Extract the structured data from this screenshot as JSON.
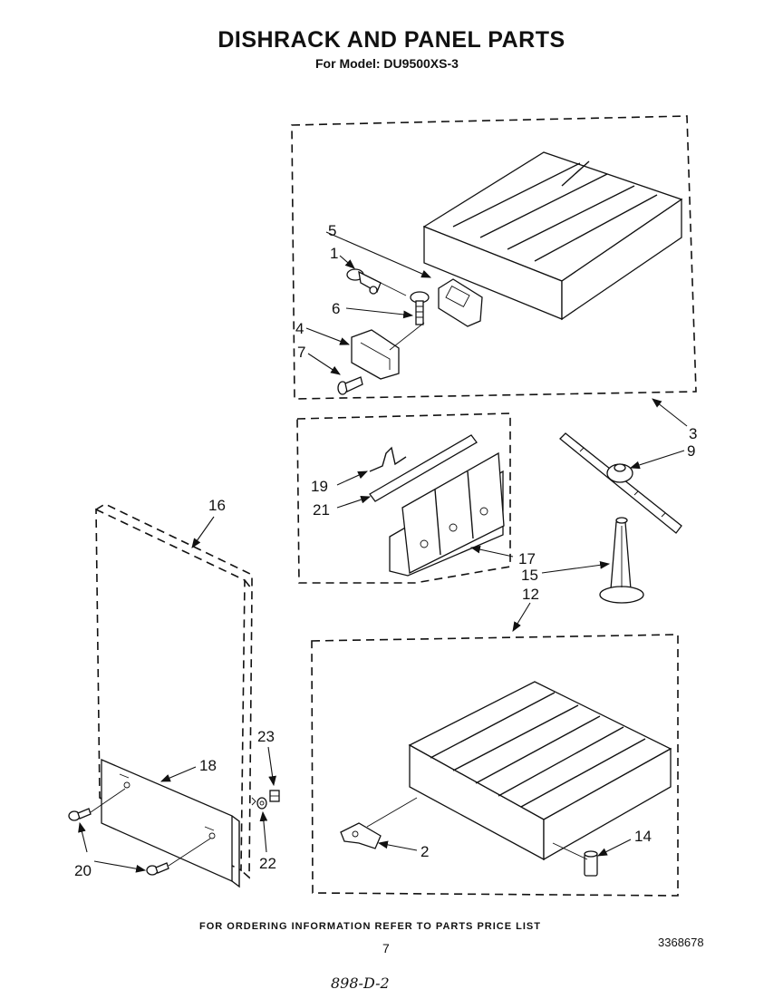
{
  "header": {
    "title": "DISHRACK AND PANEL PARTS",
    "subtitle": "For Model: DU9500XS-3"
  },
  "footer": {
    "ordering_note": "FOR ORDERING INFORMATION REFER TO PARTS PRICE LIST",
    "page_number": "7",
    "document_number": "3368678",
    "handwritten_note": "898-D-2"
  },
  "callouts": {
    "c1": "1",
    "c2": "2",
    "c3": "3",
    "c4": "4",
    "c5": "5",
    "c6": "6",
    "c7": "7",
    "c9": "9",
    "c12": "12",
    "c14": "14",
    "c15": "15",
    "c16": "16",
    "c17": "17",
    "c18": "18",
    "c19": "19",
    "c20": "20",
    "c21": "21",
    "c22": "22",
    "c23": "23"
  }
}
